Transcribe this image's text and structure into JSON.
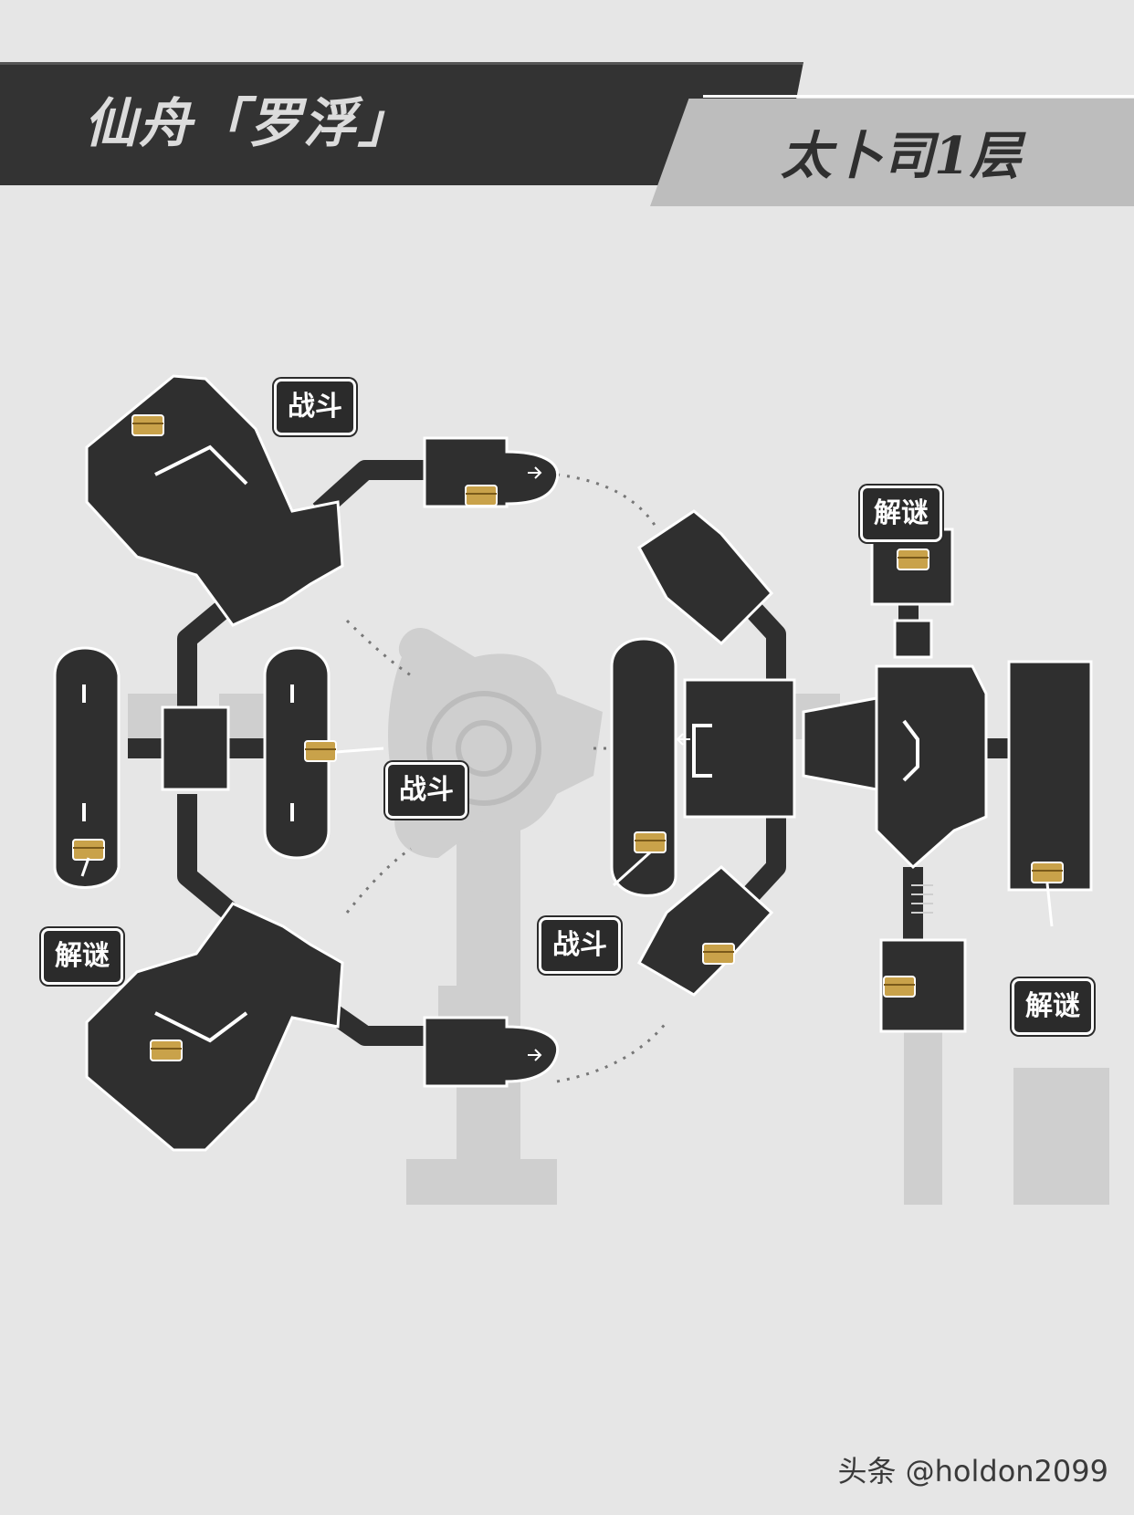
{
  "banner": {
    "region": "仙舟「罗浮」",
    "floor": "太卜司1层"
  },
  "markers": [
    {
      "id": "combat-top-left",
      "text": "战斗"
    },
    {
      "id": "combat-center",
      "text": "战斗"
    },
    {
      "id": "combat-bottom-center",
      "text": "战斗"
    },
    {
      "id": "puzzle-top-right",
      "text": "解谜"
    },
    {
      "id": "puzzle-left",
      "text": "解谜"
    },
    {
      "id": "puzzle-right",
      "text": "解谜"
    }
  ],
  "credit": "头条 @holdon2099",
  "colors": {
    "background": "#e6e6e6",
    "room": "#2f2f2f",
    "corridor_light": "#cfcfcf",
    "chest": "#c9a24a"
  },
  "icons": [
    "treasure-chest-icon",
    "stairs-icon",
    "exit-arrow-icon"
  ]
}
